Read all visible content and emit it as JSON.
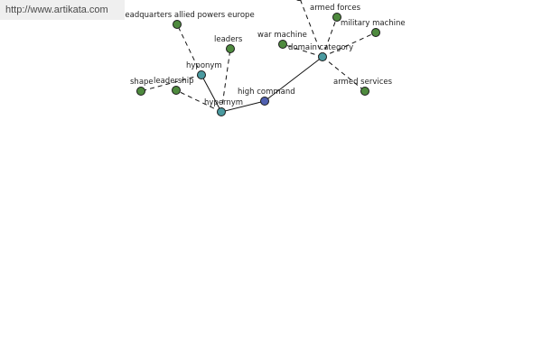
{
  "watermark": {
    "text": "http://www.artikata.com"
  },
  "colors": {
    "center_node": "#5060b0",
    "relation_node": "#4a9aa0",
    "term_node": "#4e8a3e"
  },
  "nodes": {
    "high_command": {
      "label": "high command",
      "kind": "center"
    },
    "hyponym": {
      "label": "hyponym",
      "kind": "relation"
    },
    "hypernym": {
      "label": "hypernym",
      "kind": "relation"
    },
    "domain_category": {
      "label": "domain category",
      "kind": "relation"
    },
    "headquarters": {
      "label": "headquarters allied powers europe",
      "kind": "term"
    },
    "leaders": {
      "label": "leaders",
      "kind": "term"
    },
    "shape": {
      "label": "shape",
      "kind": "term"
    },
    "leadership": {
      "label": "leadership",
      "kind": "term"
    },
    "war_machine": {
      "label": "war machine",
      "kind": "term"
    },
    "armed_forces": {
      "label": "armed forces",
      "kind": "term"
    },
    "military_machine": {
      "label": "military machine",
      "kind": "term"
    },
    "armed_services": {
      "label": "armed services",
      "kind": "term"
    },
    "offscreen_top": {
      "label": "",
      "kind": "term"
    }
  },
  "edges": [
    {
      "from": "high_command",
      "to": "hypernym",
      "style": "solid"
    },
    {
      "from": "hypernym",
      "to": "hyponym",
      "style": "solid"
    },
    {
      "from": "high_command",
      "to": "domain_category",
      "style": "solid"
    },
    {
      "from": "hyponym",
      "to": "headquarters",
      "style": "dashed"
    },
    {
      "from": "hypernym",
      "to": "leaders",
      "style": "dashed"
    },
    {
      "from": "hypernym",
      "to": "leadership",
      "style": "dashed"
    },
    {
      "from": "hyponym",
      "to": "shape",
      "style": "dashed"
    },
    {
      "from": "domain_category",
      "to": "war_machine",
      "style": "dashed"
    },
    {
      "from": "domain_category",
      "to": "armed_forces",
      "style": "dashed"
    },
    {
      "from": "domain_category",
      "to": "military_machine",
      "style": "dashed"
    },
    {
      "from": "domain_category",
      "to": "armed_services",
      "style": "dashed"
    },
    {
      "from": "domain_category",
      "to": "offscreen_top",
      "style": "dashed"
    }
  ]
}
